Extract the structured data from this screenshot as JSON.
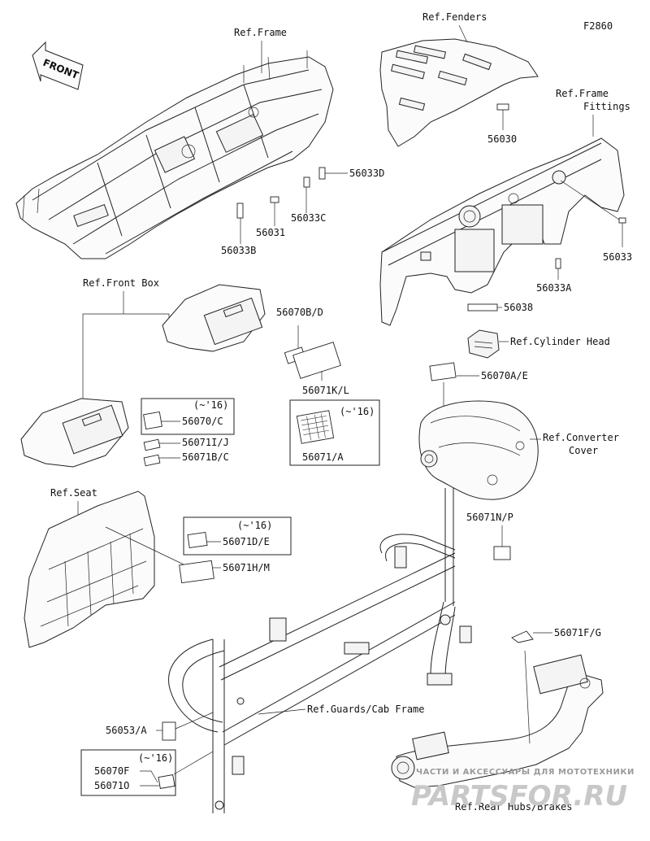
{
  "figure_code": "F2860",
  "front_arrow": "FRONT",
  "refs": {
    "frame": "Ref.Frame",
    "fenders": "Ref.Fenders",
    "frame_fittings_1": "Ref.Frame",
    "frame_fittings_2": "Fittings",
    "front_box": "Ref.Front Box",
    "cylinder_head": "Ref.Cylinder Head",
    "converter_cover_1": "Ref.Converter",
    "converter_cover_2": "Cover",
    "seat": "Ref.Seat",
    "guards_cab_frame": "Ref.Guards/Cab Frame",
    "rear_hubs_brakes": "Ref.Rear Hubs/Brakes"
  },
  "parts": {
    "p56033D": "56033D",
    "p56033C": "56033C",
    "p56031": "56031",
    "p56033B": "56033B",
    "p56030": "56030",
    "p56033": "56033",
    "p56033A": "56033A",
    "p56038": "56038",
    "p56070AE": "56070A/E",
    "p56070BD": "56070B/D",
    "p56071KL": "56071K/L",
    "p56070C": "56070/C",
    "p56071IJ": "56071I/J",
    "p56071BC": "56071B/C",
    "p56071A": "56071/A",
    "p56071DE": "56071D/E",
    "p56071HM": "56071H/M",
    "p56071NP": "56071N/P",
    "p56071FG": "56071F/G",
    "p56053A": "56053/A",
    "p56070F": "56070F",
    "p56071O": "56071O"
  },
  "notes": {
    "until16_a": "(~'16)",
    "until16_b": "(~'16)",
    "until16_c": "(~'16)",
    "until16_d": "(~'16)"
  },
  "watermark": {
    "line1": "ЧАСТИ И АКСЕССУАРЫ ДЛЯ МОТОТЕХНИКИ",
    "line2": "PARTSFOR.RU"
  }
}
